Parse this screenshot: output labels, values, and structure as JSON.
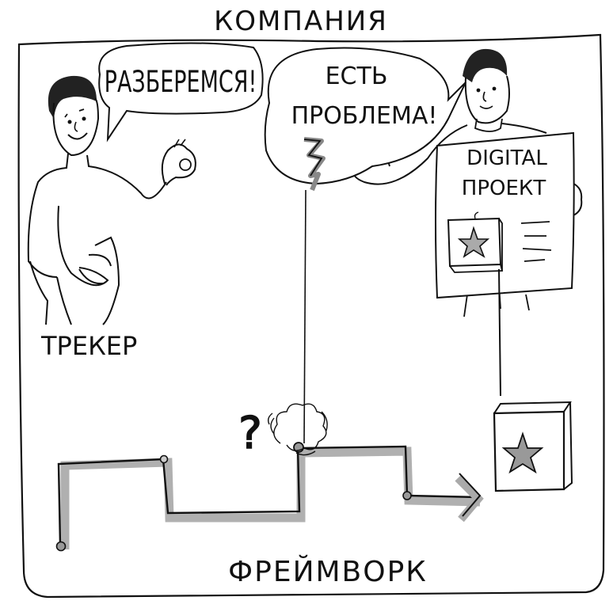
{
  "title": "КОМПАНИЯ",
  "tracker": {
    "label": "ТРЕКЕР",
    "speech": "РАЗБЕРЕМСЯ!"
  },
  "client": {
    "speech_line1": "ЕСТЬ",
    "speech_line2": "ПРОБЛЕМА!",
    "poster_line1": "DIGITAL",
    "poster_line2": "ПРОЕКТ"
  },
  "framework": {
    "label": "ФРЕЙМВОРК",
    "question_mark": "?"
  },
  "colors": {
    "ink": "#111111",
    "shadow": "#a8a8a8",
    "star_fill": "#9a9a9a",
    "background": "#ffffff"
  },
  "icons": [
    "lightning-icon",
    "cloud-burst-icon",
    "star-box-icon",
    "arrow-right-icon",
    "question-mark-icon"
  ]
}
